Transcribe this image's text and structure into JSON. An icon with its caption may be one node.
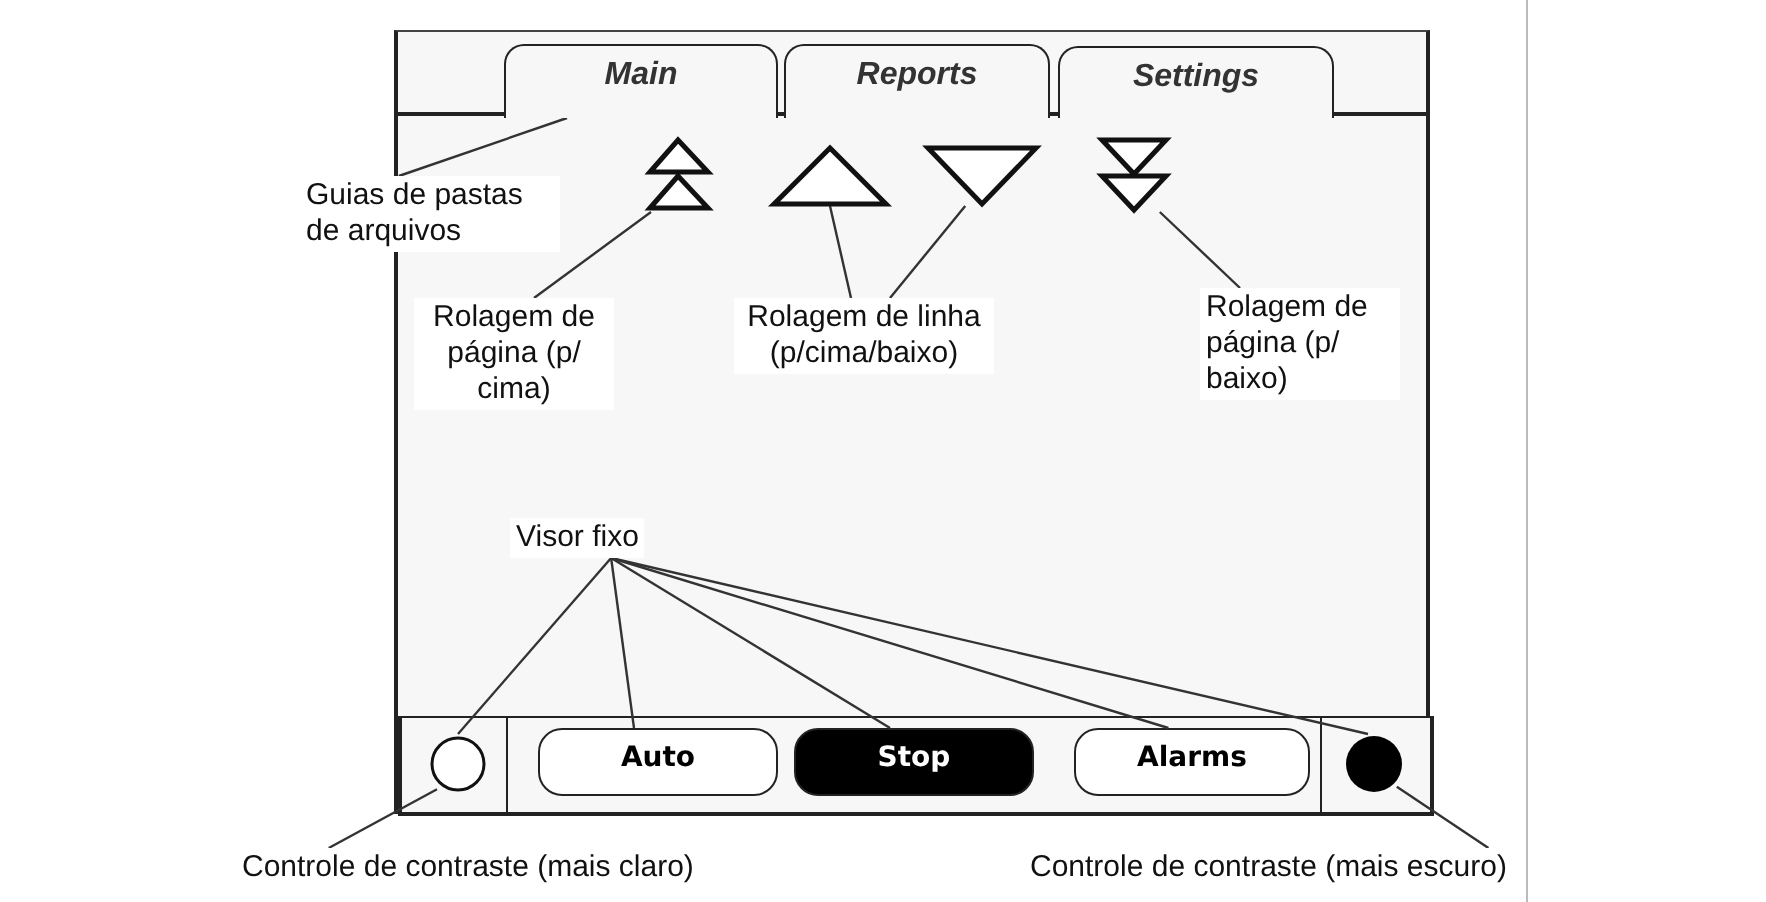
{
  "diagram": {
    "nodes": [
      {
        "text": [],
        "shape": "box"
      },
      {
        "text": [
          "Main"
        ],
        "in": 0
      },
      {
        "text": [
          "Reports"
        ],
        "in": 0
      },
      {
        "text": [
          "Settings"
        ],
        "in": 0
      },
      {
        "text": [
          "Guias de pastas de arquivos"
        ]
      },
      {
        "text": [],
        "shape": "picture",
        "in": 0
      },
      {
        "text": [],
        "shape": "picture",
        "in": 0
      },
      {
        "text": [],
        "shape": "picture",
        "in": 0
      },
      {
        "text": [],
        "shape": "picture",
        "in": 0
      },
      {
        "text": [
          "Rolagem de página (p/ cima)"
        ],
        "in": 0
      },
      {
        "text": [
          "Rolagem de linha (p/cima/baixo)"
        ],
        "in": 0
      },
      {
        "text": [
          "Rolagem de página (p/ baixo)"
        ],
        "in": 0
      },
      {
        "text": [
          "Visor fixo"
        ],
        "in": 0
      },
      {
        "text": [],
        "shape": "bar",
        "in": 0
      },
      {
        "text": [],
        "shape": "circle",
        "in": 13
      },
      {
        "text": [
          "Auto"
        ],
        "in": 13
      },
      {
        "text": [
          "Stop"
        ],
        "in": 13
      },
      {
        "text": [
          "Alarms"
        ],
        "in": 13
      },
      {
        "text": [],
        "shape": "circle",
        "in": 13
      },
      {
        "text": [
          "Controle de contraste (mais claro)"
        ]
      },
      {
        "text": [
          "Controle de contraste (mais escuro)"
        ]
      }
    ],
    "edges": [
      {
        "from": 4,
        "to": 1,
        "arrow": "none"
      },
      {
        "from": 9,
        "to": 5,
        "arrow": "none"
      },
      {
        "from": 10,
        "to": 6,
        "arrow": "none"
      },
      {
        "from": 10,
        "to": 7,
        "arrow": "none"
      },
      {
        "from": 11,
        "to": 8,
        "arrow": "none"
      },
      {
        "from": 12,
        "to": 14,
        "arrow": "none"
      },
      {
        "from": 12,
        "to": 15,
        "arrow": "none"
      },
      {
        "from": 12,
        "to": 16,
        "arrow": "none"
      },
      {
        "from": 12,
        "to": 17,
        "arrow": "none"
      },
      {
        "from": 12,
        "to": 18,
        "arrow": "none"
      },
      {
        "from": 19,
        "to": 14,
        "arrow": "none"
      },
      {
        "from": 20,
        "to": 18,
        "arrow": "none"
      }
    ]
  }
}
